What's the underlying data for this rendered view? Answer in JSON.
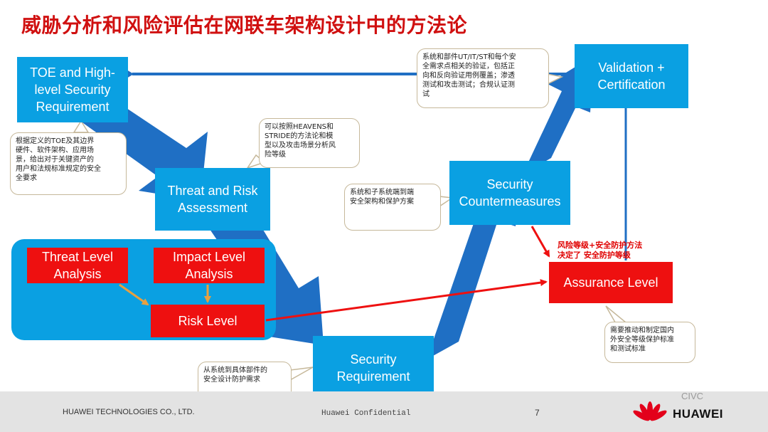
{
  "title": "威胁分析和风险评估在网联车架构设计中的方法论",
  "boxes": {
    "toe": "TOE and High-\nlevel Security\nRequirement",
    "threat_risk": "Threat and Risk\nAssessment",
    "threat_level": "Threat Level\nAnalysis",
    "impact_level": "Impact Level\nAnalysis",
    "risk_level": "Risk Level",
    "security_requirement": "Security\nRequirement",
    "countermeasures": "Security\nCountermeasures",
    "validation": "Validation +\nCertification",
    "assurance": "Assurance Level"
  },
  "callouts": {
    "toe_note": "根据定义的TOE及其边界\n硬件、软件架构、应用场\n景，给出对于关键资产的\n用户和法规标准规定的安全\n全要求",
    "tara_note": "可以按照HEAVENS和\nSTRIDE的方法论和模\n型以及攻击场景分析风\n险等级",
    "validation_note": "系统和部件UT/IT/ST和每个安\n全需求点相关的验证，包括正\n向和反向验证用例覆盖；渗透\n测试和攻击测试；合规认证测\n试",
    "countermeasure_note": "系统和子系统端到端\n安全架构和保护方案",
    "requirement_note": "从系统到具体部件的\n安全设计防护需求",
    "assurance_note": "需要推动和制定国内\n外安全等级保护标准\n和测试标准"
  },
  "red_note": "风险等级+安全防护方法\n决定了 安全防护等级",
  "footer": {
    "company": "HUAWEI TECHNOLOGIES CO., LTD.",
    "confidential": "Huawei Confidential",
    "page": "7",
    "brand": "HUAWEI",
    "watermark": "CIVC"
  },
  "colors": {
    "title": "#d01010",
    "blue": "#0aa0e2",
    "arrow_blue": "#1f6fc4",
    "red": "#ee1010",
    "orange": "#e8a040"
  }
}
